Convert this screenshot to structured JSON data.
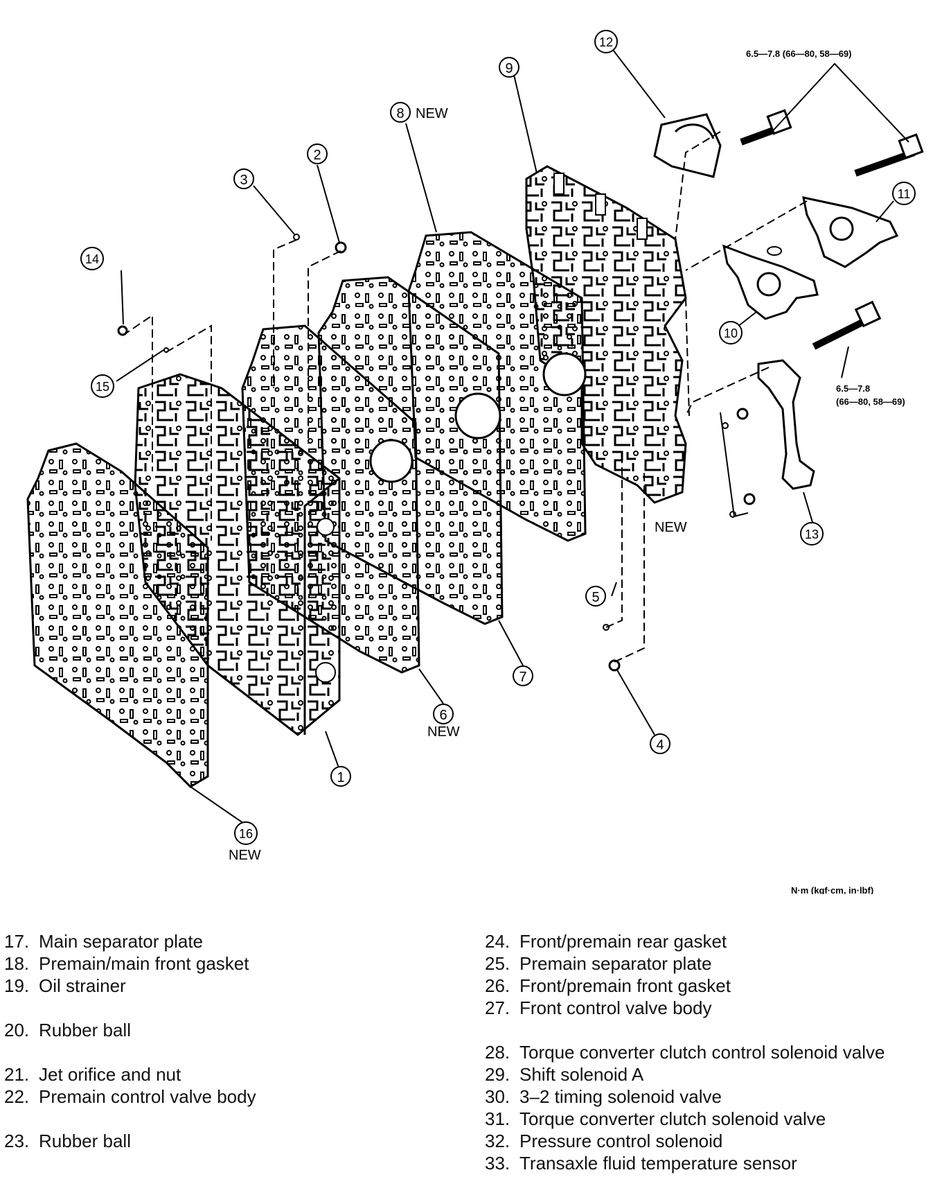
{
  "diagram": {
    "callouts": [
      "1",
      "2",
      "3",
      "4",
      "5",
      "6",
      "7",
      "8",
      "9",
      "10",
      "11",
      "12",
      "13",
      "14",
      "15",
      "16"
    ],
    "new_label": "NEW",
    "torque_top": "6.5—7.8 (66—80, 58—69)",
    "torque_right_line1": "6.5—7.8",
    "torque_right_line2": "(66—80, 58—69)",
    "units": "N·m (kgf·cm, in·lbf)"
  },
  "legend": {
    "left": [
      {
        "num": "17.",
        "label": "Main separator plate"
      },
      {
        "num": "18.",
        "label": "Premain/main front gasket"
      },
      {
        "num": "19.",
        "label": "Oil strainer"
      },
      {
        "num": "20.",
        "label": "Rubber ball"
      },
      {
        "num": "21.",
        "label": "Jet orifice and nut"
      },
      {
        "num": "22.",
        "label": "Premain control valve body"
      },
      {
        "num": "23.",
        "label": "Rubber ball"
      }
    ],
    "right": [
      {
        "num": "24.",
        "label": "Front/premain rear gasket"
      },
      {
        "num": "25.",
        "label": "Premain separator plate"
      },
      {
        "num": "26.",
        "label": "Front/premain front gasket"
      },
      {
        "num": "27.",
        "label": "Front control valve body"
      },
      {
        "num": "28.",
        "label": "Torque converter clutch control solenoid valve"
      },
      {
        "num": "29.",
        "label": "Shift solenoid A"
      },
      {
        "num": "30.",
        "label": "3–2 timing solenoid valve"
      },
      {
        "num": "31.",
        "label": "Torque converter clutch solenoid valve"
      },
      {
        "num": "32.",
        "label": "Pressure control solenoid"
      },
      {
        "num": "33.",
        "label": "Transaxle fluid temperature sensor"
      }
    ]
  }
}
